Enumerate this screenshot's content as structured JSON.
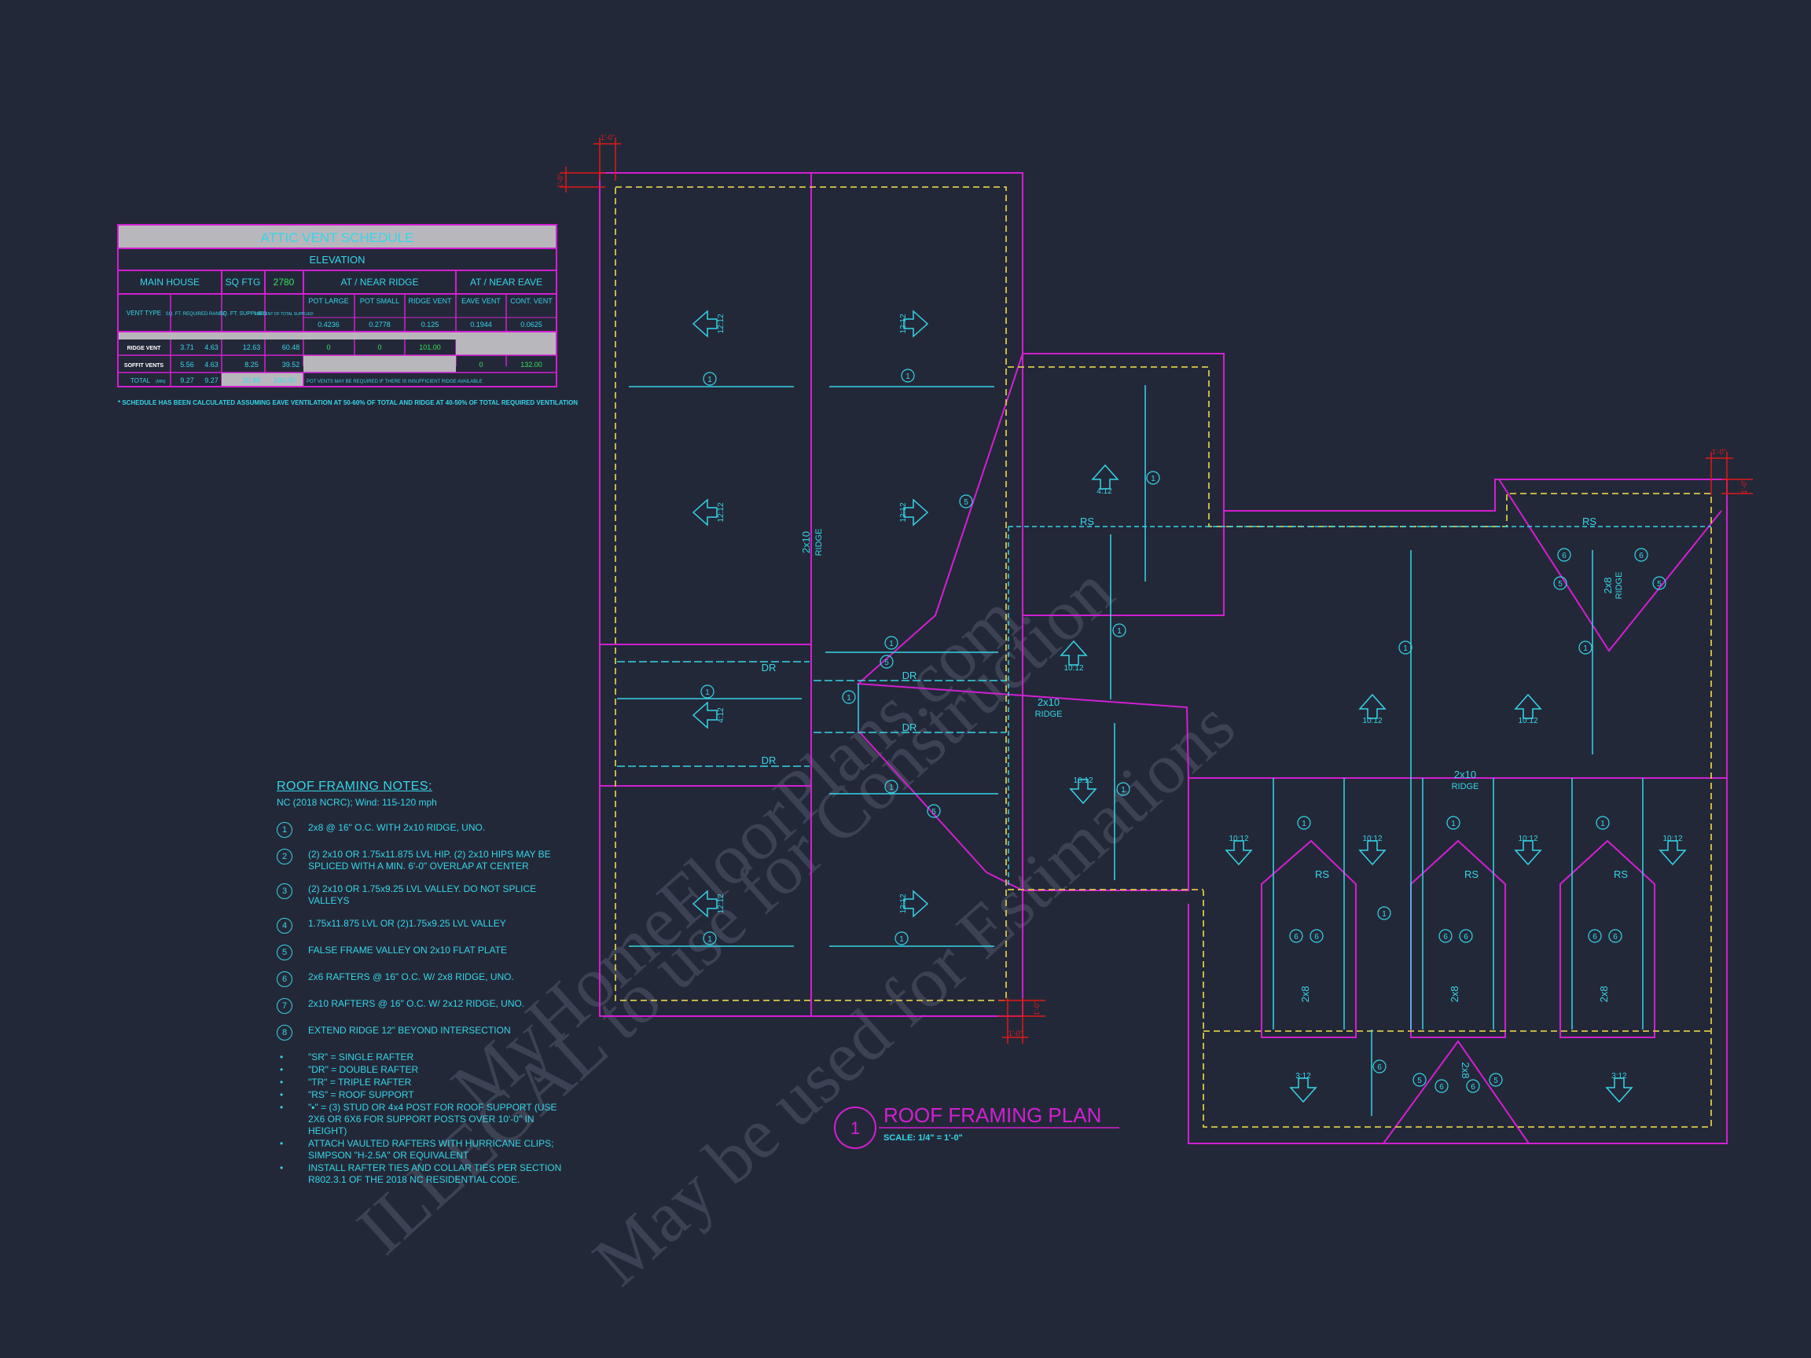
{
  "watermark": {
    "line1": "MyHomeFloorPlans.com",
    "line2": "ILLEGAL to use for Construction",
    "line3": "May be used for Estimations"
  },
  "vent_schedule": {
    "title": "ATTIC VENT SCHEDULE",
    "elevation": "ELEVATION",
    "main_house": "MAIN HOUSE",
    "sq_ftg_label": "SQ FTG",
    "sq_ftg_value": "2780",
    "at_ridge": "AT / NEAR RIDGE",
    "at_eave": "AT / NEAR EAVE",
    "sub_headers": [
      "VENT TYPE",
      "SQ. FT. REQUIRED RANGE",
      "SQ. FT. SUPPLIED",
      "PERCENT OF TOTAL SUPPLIED",
      "POT LARGE",
      "POT SMALL",
      "RIDGE VENT",
      "EAVE VENT",
      "CONT. VENT"
    ],
    "vent_areas": [
      "0.4236",
      "0.2778",
      "0.125",
      "0.1944",
      "0.0625"
    ],
    "rows": [
      {
        "type": "RIDGE VENT",
        "req_low": "3.71",
        "req_high": "4.63",
        "supplied": "12.63",
        "percent": "60.48",
        "pot_large": "0",
        "pot_small": "0",
        "ridge": "101.00",
        "eave": "",
        "cont": ""
      },
      {
        "type": "SOFFIT VENTS",
        "req_low": "5.56",
        "req_high": "4.63",
        "supplied": "8.25",
        "percent": "39.52",
        "pot_large": "",
        "pot_small": "",
        "ridge": "",
        "eave": "0",
        "cont": "132.00"
      },
      {
        "type": "TOTAL",
        "req_low": "9.27",
        "req_high": "9.27",
        "supplied": "20.88",
        "percent": "100.00",
        "note": "POT VENTS MAY BE REQUIRED IF THERE IS INSUFFICIENT RIDGE AVAILABLE"
      }
    ],
    "total_sub": "(MIN)",
    "footnote": "* SCHEDULE HAS BEEN CALCULATED ASSUMING EAVE VENTILATION AT 50-60% OF TOTAL AND RIDGE AT 40-50% OF TOTAL REQUIRED VENTILATION"
  },
  "notes": {
    "title": "ROOF FRAMING NOTES:",
    "code": "NC (2018 NCRC); Wind: 115-120 mph",
    "numbered": [
      {
        "n": "1",
        "text": "2x8 @ 16\" O.C. WITH 2x10 RIDGE, UNO."
      },
      {
        "n": "2",
        "text": "(2) 2x10 OR 1.75x11.875 LVL HIP. (2) 2x10 HIPS MAY BE SPLICED WITH A MIN. 6'-0\" OVERLAP AT CENTER"
      },
      {
        "n": "3",
        "text": "(2) 2x10 OR 1.75x9.25 LVL VALLEY. DO NOT SPLICE VALLEYS"
      },
      {
        "n": "4",
        "text": "1.75x11.875 LVL OR (2)1.75x9.25 LVL VALLEY"
      },
      {
        "n": "5",
        "text": "FALSE FRAME VALLEY ON 2x10 FLAT PLATE"
      },
      {
        "n": "6",
        "text": "2x6 RAFTERS @ 16\" O.C. W/ 2x8 RIDGE, UNO."
      },
      {
        "n": "7",
        "text": "2x10 RAFTERS @ 16\" O.C. W/ 2x12 RIDGE, UNO."
      },
      {
        "n": "8",
        "text": "EXTEND RIDGE 12\" BEYOND INTERSECTION"
      }
    ],
    "bullets": [
      "\"SR\" = SINGLE RAFTER",
      "\"DR\" = DOUBLE RAFTER",
      "\"TR\" = TRIPLE RAFTER",
      "\"RS\" = ROOF SUPPORT",
      "\"▪\" = (3) STUD OR 4x4 POST FOR ROOF SUPPORT (USE 2X6 OR 6X6 FOR SUPPORT POSTS OVER 10'-0\" IN HEIGHT)",
      "ATTACH VAULTED RAFTERS WITH HURRICANE CLIPS; SIMPSON \"H-2.5A\" OR EQUIVALENT",
      "INSTALL RAFTER TIES AND COLLAR TIES PER SECTION R802.3.1 OF THE 2018 NC RESIDENTIAL CODE."
    ]
  },
  "plan": {
    "title_number": "1",
    "title": "ROOF FRAMING PLAN",
    "scale": "SCALE:  1/4\" = 1'-0\"",
    "dim": "1'-0\"",
    "pitch_12_12": "12:12",
    "pitch_4_12": "4:12",
    "pitch_10_12": "10:12",
    "pitch_3_12": "3:12",
    "ridge_2x10": "2x10",
    "ridge_2x8": "2x8",
    "ridge_word": "RIDGE",
    "dr": "DR",
    "rs": "RS",
    "n1": "1",
    "n5": "5",
    "n6": "6"
  },
  "colors": {
    "background": "#232838",
    "magenta": "#d21fd2",
    "cyan": "#35d6e8",
    "yellow": "#d8c84a",
    "red": "#e01818",
    "green": "#35e25a"
  }
}
